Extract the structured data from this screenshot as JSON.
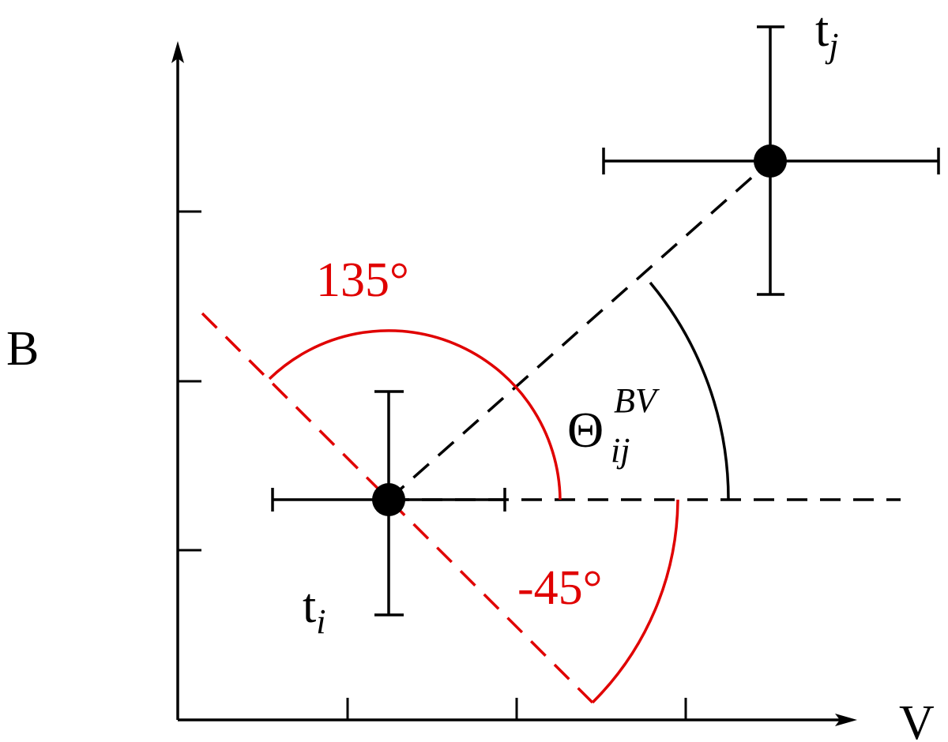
{
  "axes": {
    "x_label": "V",
    "y_label": "B"
  },
  "points": {
    "i": {
      "label": "t",
      "subscript": "i"
    },
    "j": {
      "label": "t",
      "subscript": "j"
    }
  },
  "angles": {
    "theta_symbol": "Θ",
    "theta_sub": "ij",
    "theta_sup": "BV",
    "angle_pos": "135°",
    "angle_neg": "-45°"
  },
  "colors": {
    "ink": "#000000",
    "red": "#e00000"
  }
}
